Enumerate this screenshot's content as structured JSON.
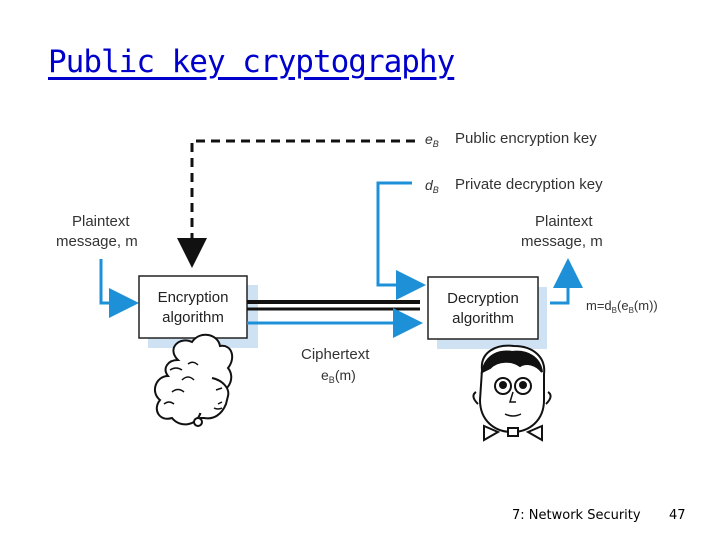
{
  "slide": {
    "title": "Public key cryptography",
    "footer_left": "7: Network Security",
    "page_number": "47"
  },
  "diagram": {
    "public_key_label": "Public encryption key",
    "private_key_label": "Private decryption key",
    "plaintext_left": [
      "Plaintext",
      "message, m"
    ],
    "plaintext_right": [
      "Plaintext",
      "message, m"
    ],
    "encryption_box": [
      "Encryption",
      "algorithm"
    ],
    "decryption_box": [
      "Decryption",
      "algorithm"
    ],
    "ciphertext": [
      "Ciphertext",
      "eB(m)"
    ],
    "result_formula": "m=dB(eB(m))",
    "key_symbol_public": "eB",
    "key_symbol_private": "dB"
  },
  "colors": {
    "title": "#0000cc",
    "arrow_blue": "#1e90d8",
    "box_shadow": "#cfe2f3",
    "text": "#333333"
  }
}
